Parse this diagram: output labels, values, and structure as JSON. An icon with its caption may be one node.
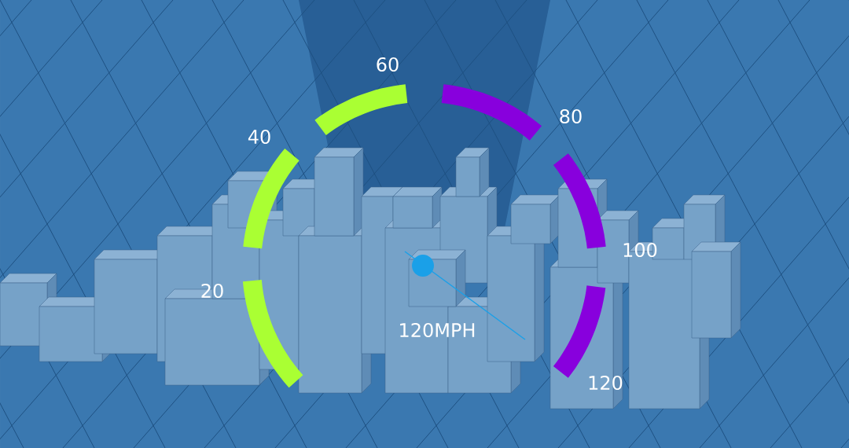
{
  "diagram": {
    "nodes": [
      {
        "text": [],
        "shape": "arc"
      },
      {
        "text": [],
        "shape": "arc"
      },
      {
        "text": [],
        "shape": "arc"
      },
      {
        "text": [],
        "shape": "arc"
      },
      {
        "text": [],
        "shape": "arc"
      },
      {
        "text": [],
        "shape": "arc"
      }
    ],
    "labels": [
      "60",
      "40",
      "80",
      "100",
      "20",
      "120MPH",
      "120"
    ]
  }
}
